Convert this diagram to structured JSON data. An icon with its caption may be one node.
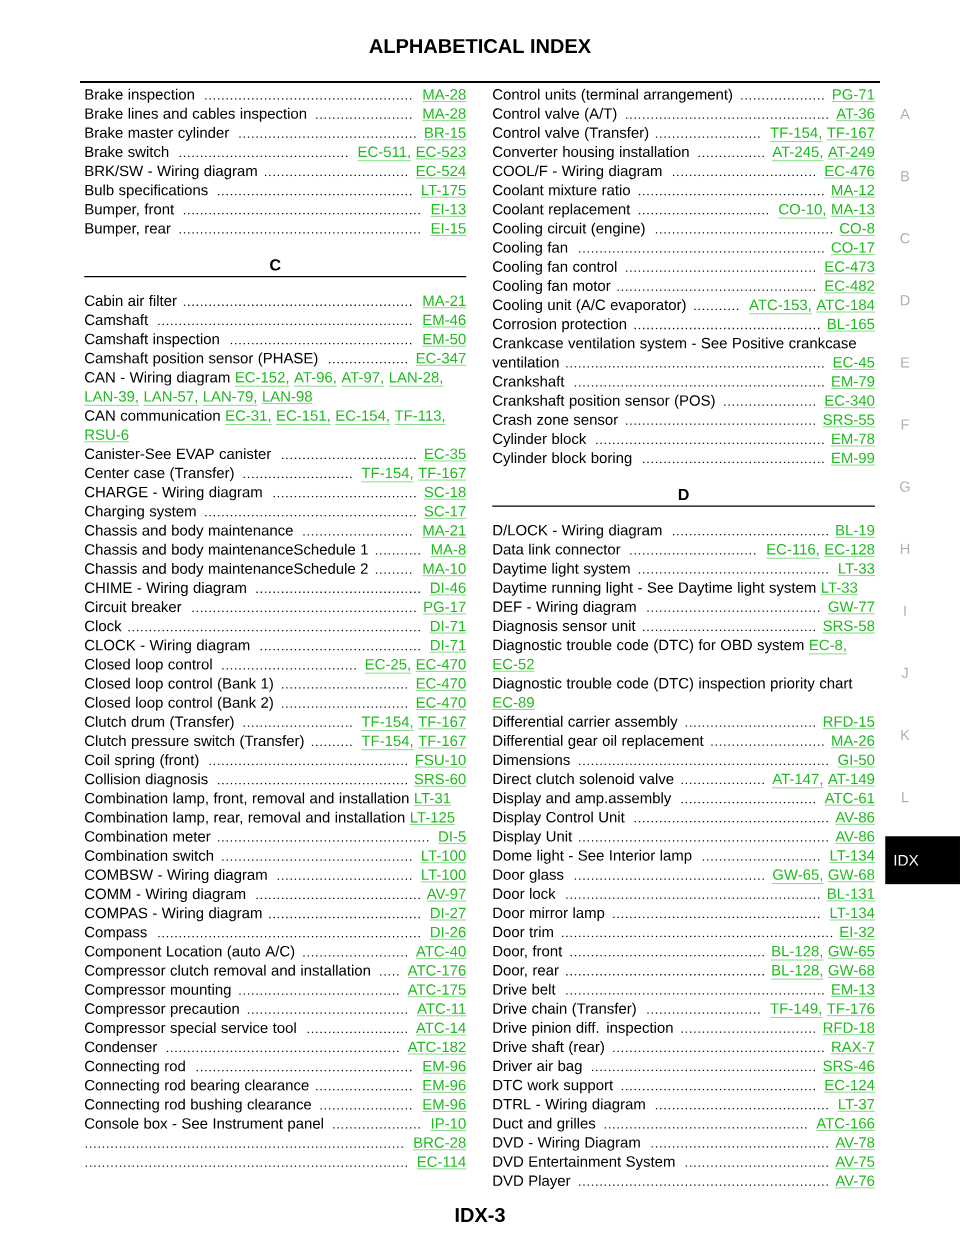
{
  "diagram": {
    "title": "ALPHABETICAL INDEX",
    "nodes": [
      {
        "text": [
          "IDX"
        ]
      }
    ],
    "labels": [
      "Brake inspection",
      "MA-28",
      "Brake lines and cables inspection",
      "MA-28",
      "Brake master cylinder",
      "BR-15",
      "Brake switch",
      "EC-511,",
      "EC-523",
      "BRK/SW - Wiring diagram",
      "EC-524",
      "Bulb specifications",
      "LT-175",
      "Bumper, front",
      "EI-13",
      "Bumper, rear",
      "EI-15",
      "C",
      "Cabin air filter",
      "MA-21",
      "Camshaft",
      "EM-46",
      "Camshaft inspection",
      "EM-50",
      "Camshaft position sensor (PHASE)",
      "EC-347",
      "CAN - Wiring diagram",
      "EC-152,",
      "AT-96,",
      "AT-97,",
      "LAN-28,",
      "LAN-39,",
      "LAN-57,",
      "LAN-79,",
      "LAN-98",
      "CAN communication",
      "EC-31,",
      "EC-151,",
      "EC-154,",
      "TF-113,",
      "RSU-6",
      "Canister-See EVAP canister",
      "EC-35",
      "Center case (Transfer)",
      "TF-154,",
      "TF-167",
      "CHARGE - Wiring diagram",
      "SC-18",
      "Charging system",
      "SC-17",
      "Chassis and body maintenance",
      "MA-21",
      "Chassis and body maintenanceSchedule 1",
      "MA-8",
      "Chassis and body maintenanceSchedule 2",
      "MA-10",
      "CHIME - Wiring diagram",
      "DI-46",
      "Circuit breaker",
      "PG-17",
      "Clock",
      "DI-71",
      "CLOCK - Wiring diagram",
      "DI-71",
      "Closed loop control",
      "EC-25,",
      "EC-470",
      "Closed loop control (Bank 1)",
      "EC-470",
      "Closed loop control (Bank 2)",
      "EC-470",
      "Clutch drum (Transfer)",
      "TF-154,",
      "TF-167",
      "Clutch pressure switch (Transfer)",
      "TF-154,",
      "TF-167",
      "Coil spring (front)",
      "FSU-10",
      "Collision diagnosis",
      "SRS-60",
      "Combination lamp, front, removal and installation",
      "LT-31",
      "Combination lamp, rear, removal and installation",
      "LT-125",
      "Combination meter",
      "DI-5",
      "Combination switch",
      "LT-100",
      "COMBSW - Wiring diagram",
      "LT-100",
      "COMM - Wiring diagram",
      "AV-97",
      "COMPAS - Wiring diagram",
      "DI-27",
      "Compass",
      "DI-26",
      "Component Location (auto A/C)",
      "ATC-40",
      "Compressor clutch removal and installation",
      "ATC-176",
      "Compressor mounting",
      "ATC-175",
      "Compressor precaution",
      "ATC-11",
      "Compressor special service tool",
      "ATC-14",
      "Condenser",
      "ATC-182",
      "Connecting rod",
      "EM-96",
      "Connecting rod bearing clearance",
      "EM-96",
      "Connecting rod bushing clearance",
      "EM-96",
      "Console box - See Instrument panel",
      "IP-10",
      "BRC-28",
      "EC-114",
      "Control units (terminal arrangement)",
      "PG-71",
      "Control valve (A/T)",
      "AT-36",
      "Control valve (Transfer)",
      "TF-154,",
      "TF-167",
      "Converter housing installation",
      "AT-245,",
      "AT-249",
      "COOL/F - Wiring diagram",
      "EC-476",
      "Coolant mixture ratio",
      "MA-12",
      "Coolant replacement",
      "CO-10,",
      "MA-13",
      "Cooling circuit (engine)",
      "CO-8",
      "Cooling fan",
      "CO-17",
      "Cooling fan control",
      "EC-473",
      "Cooling fan motor",
      "EC-482",
      "Cooling unit (A/C evaporator)",
      "ATC-153,",
      "ATC-184",
      "Corrosion protection",
      "BL-165",
      "Crankcase ventilation system - See Positive crankcase ventilation",
      "EC-45",
      "Crankshaft",
      "EM-79",
      "Crankshaft position sensor (POS)",
      "EC-340",
      "Crash zone sensor",
      "SRS-55",
      "Cylinder block",
      "EM-78",
      "Cylinder block boring",
      "EM-99",
      "D",
      "D/LOCK - Wiring diagram",
      "BL-19",
      "Data link connector",
      "EC-116,",
      "EC-128",
      "Daytime light system",
      "LT-33",
      "Daytime running light - See Daytime light system",
      "LT-33",
      "DEF - Wiring diagram",
      "GW-77",
      "Diagnosis sensor unit",
      "SRS-58",
      "Diagnostic trouble code (DTC) for OBD system",
      "EC-8,",
      "EC-52",
      "Diagnostic trouble code (DTC) inspection priority chart",
      "EC-89",
      "Differential carrier assembly",
      "RFD-15",
      "Differential gear oil replacement",
      "MA-26",
      "Dimensions",
      "GI-50",
      "Direct clutch solenoid valve",
      "AT-147,",
      "AT-149",
      "Display and amp.assembly",
      "ATC-61",
      "Display Control Unit",
      "AV-86",
      "Display Unit",
      "AV-86",
      "Dome light - See Interior lamp",
      "LT-134",
      "Door glass",
      "GW-65,",
      "GW-68",
      "Door lock",
      "BL-131",
      "Door mirror lamp",
      "LT-134",
      "Door trim",
      "EI-32",
      "Door, front",
      "BL-128,",
      "GW-65",
      "Door, rear",
      "BL-128,",
      "GW-68",
      "Drive belt",
      "EM-13",
      "Drive chain (Transfer)",
      "TF-149,",
      "TF-176",
      "Drive pinion diff. inspection",
      "RFD-18",
      "Drive shaft (rear)",
      "RAX-7",
      "Driver air bag",
      "SRS-46",
      "DTC work support",
      "EC-124",
      "DTRL - Wiring diagram",
      "LT-37",
      "Duct and grilles",
      "ATC-166",
      "DVD - Wiring Diagram",
      "AV-78",
      "DVD Entertainment System",
      "AV-75",
      "DVD Player",
      "AV-76",
      "A",
      "B",
      "C",
      "D",
      "E",
      "F",
      "G",
      "H",
      "I",
      "J",
      "K",
      "L",
      "IDX-3"
    ]
  }
}
